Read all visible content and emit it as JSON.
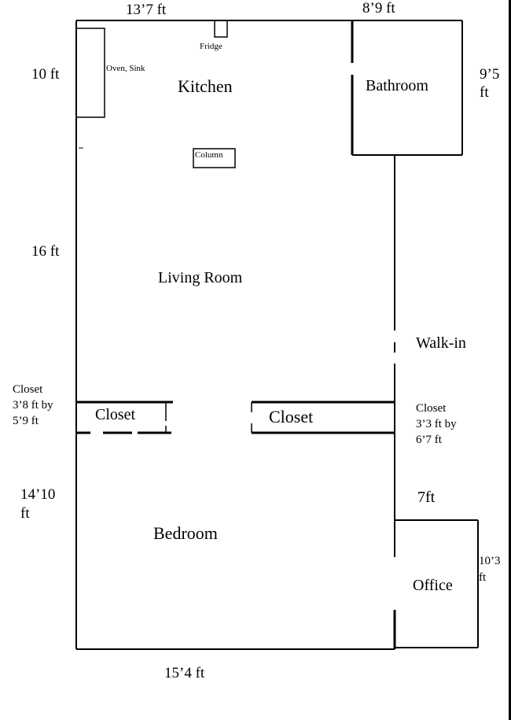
{
  "rooms": {
    "kitchen": "Kitchen",
    "bathroom": "Bathroom",
    "living_room": "Living Room",
    "walk_in": "Walk-in",
    "closet_left": "Closet",
    "closet_center": "Closet",
    "bedroom": "Bedroom",
    "office": "Office"
  },
  "fixtures": {
    "fridge": "Fridge",
    "oven_sink": "Oven, Sink",
    "column": "Column"
  },
  "dimensions": {
    "top_left": "13’7 ft",
    "top_right": "8’9 ft",
    "kitchen_height": "10 ft",
    "bathroom_height": [
      "9’5",
      "ft"
    ],
    "living_height": "16 ft",
    "bedroom_height": [
      "14’10",
      "ft"
    ],
    "office_width": "7ft",
    "office_height": [
      "10’3",
      "ft"
    ],
    "bottom": "15’4 ft"
  },
  "closet_notes": {
    "left": [
      "Closet",
      "3’8 ft by",
      "5’9 ft"
    ],
    "right": [
      "Closet",
      "3’3 ft by",
      "6’7 ft"
    ]
  }
}
